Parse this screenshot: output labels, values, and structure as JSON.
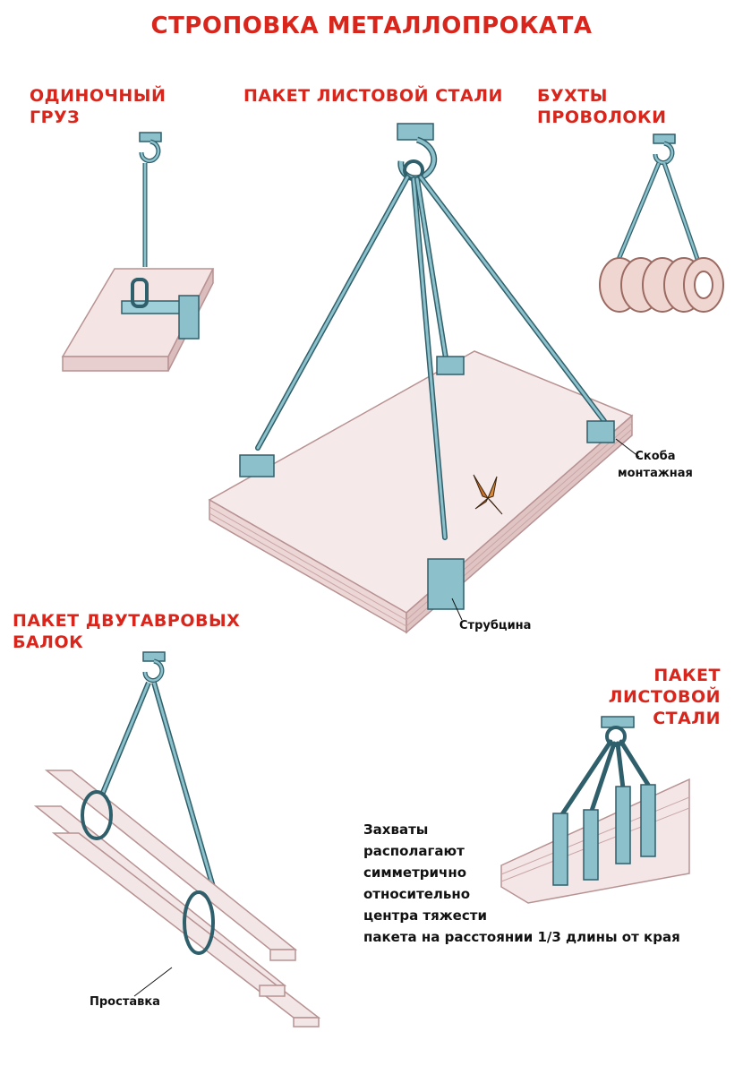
{
  "title": "СТРОПОВКА МЕТАЛЛОПРОКАТА",
  "sections": {
    "single": [
      "ОДИНОЧНЫЙ",
      "ГРУЗ"
    ],
    "sheet_pack_top": "ПАКЕТ ЛИСТОВОЙ СТАЛИ",
    "wire_coils": "БУХТЫ ПРОВОЛОКИ",
    "ibeam_pack": [
      "ПАКЕТ ДВУТАВРОВЫХ",
      "БАЛОК"
    ],
    "sheet_pack_bottom": [
      "ПАКЕТ ЛИСТОВОЙ",
      "СТАЛИ"
    ]
  },
  "labels": {
    "bracket": [
      "Скоба",
      "монтажная"
    ],
    "clamp": "Струбцина",
    "spacer": "Проставка"
  },
  "note": [
    "Захваты",
    "располагают",
    "симметрично",
    "относительно",
    "центра тяжести",
    "пакета на расстоянии 1/3 длины от края"
  ],
  "colors": {
    "accent": "#d9261c",
    "rope": "#6fa8b3",
    "rope_dark": "#2f5f6a",
    "plate": "#f2e3e3",
    "plate_edge": "#c9a6a6"
  }
}
